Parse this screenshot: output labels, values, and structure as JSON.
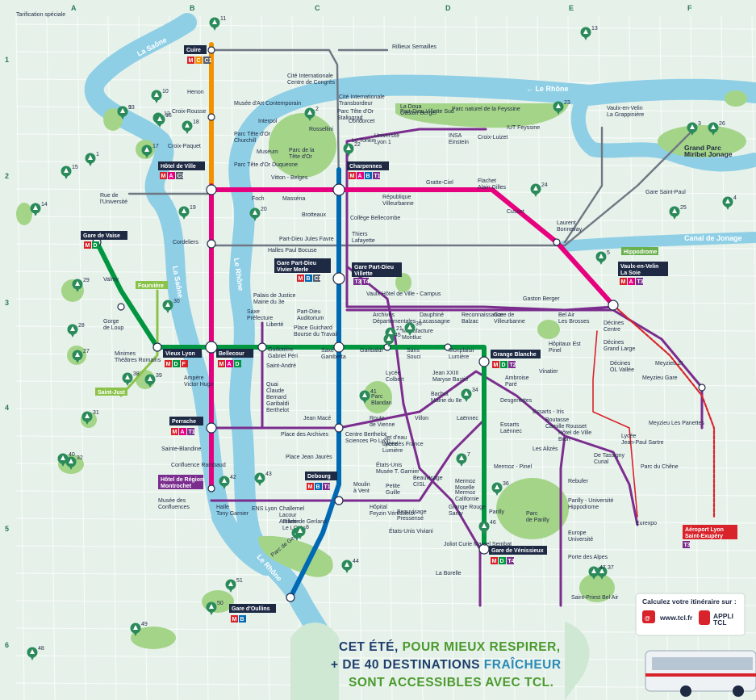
{
  "grid": {
    "cols": [
      "A",
      "B",
      "C",
      "D",
      "E",
      "F"
    ],
    "rows": [
      "1",
      "2",
      "3",
      "4",
      "5",
      "6"
    ]
  },
  "rivers": {
    "saone_north": "La Saône",
    "rhone_east": "← Le Rhône",
    "saone_mid": "La Saône",
    "rhone_mid": "Le Rhône",
    "rhone_south": "Le Rhône",
    "canal": "Canal de Jonage"
  },
  "stations_major": {
    "cuire": "Cuire",
    "hotel_de_ville": "Hôtel de Ville",
    "charpennes": "Charpennes",
    "gare_vaise": "Gare de Vaise",
    "gare_part_dieu_vivier": "Gare Part-Dieu\nVivier Merle",
    "gare_part_dieu_villette": "Gare Part-Dieu\nVillette",
    "vieux_lyon": "Vieux Lyon",
    "bellecour": "Bellecour",
    "perrache": "Perrache",
    "debourg": "Debourg",
    "grange_blanche": "Grange Blanche",
    "gare_venissieux": "Gare de Vénissieux",
    "gare_oullins": "Gare d'Oullins",
    "vaulx_soie": "Vaulx-en-Velin\nLa Soie",
    "aeroport": "Aéroport Lyon\nSaint-Exupéry",
    "fourviere": "Fourvière",
    "saint_just": "Saint-Just",
    "hotel_region": "Hôtel de Région\nMontrochet",
    "hippodrome": "Hippodrome",
    "grand_parc": "Grand Parc\nMiribel Jonage"
  },
  "stations": [
    "Henon",
    "Croix-Rousse",
    "Croix-Paquet",
    "Cordeliers",
    "Foch",
    "Masséna",
    "Brotteaux",
    "République\nVilleurbanne",
    "Gratte-Ciel",
    "Flachet\nAlain Gilles",
    "Cusset",
    "Laurent\nBonnevay",
    "Valmy",
    "Gorge\nde Loup",
    "Minimes\nThéâtres Romains",
    "Guillotière\nGabriel Péri",
    "Saxe\nGambetta",
    "Garibaldi",
    "Sans\nSouci",
    "Monplaisir\nLumière",
    "Ampère\nVictor Hugo",
    "Jean Macé",
    "Place Jean Jaurès",
    "Stade de Gerland\nLe LOU",
    "Parilly",
    "Mermoz - Pinel",
    "Laënnec",
    "Cité Internationale\nCentre de Congrès",
    "Musée d'Art Contemporain",
    "Cité Internationale\nTransbordeur",
    "Parc Tête d'Or\nStalingrad",
    "Condorcet",
    "Rossellini",
    "Le Tonkin",
    "Université\nLyon 1",
    "INSA\nEinstein",
    "Croix-Luizet",
    "IUT Feyssine",
    "Thiers\nLafayette",
    "Collège Bellecombe",
    "Halles Paul Bocuse",
    "Part-Dieu Jules Favre",
    "Part-Dieu\nAuditorium",
    "Place Guichard\nBourse du Travail",
    "Liberté",
    "Saint-André",
    "Palais de Justice\nMairie du 3e",
    "Saxe\nPréfecture",
    "Archives\nDépartementales",
    "Dauphiné\nLacassagne",
    "Reconnaissance\nBalzac",
    "Gare de\nVilleurbanne",
    "Bel Air\nLes Brosses",
    "Décines\nCentre",
    "Décines\nGrand Large",
    "Décines\nOL Vallée",
    "Meyzieu Gare",
    "Meyzieu ZI",
    "Meyzieu Les Panettes",
    "Vaulx-en-Velin\nLa Grappinière",
    "Rillieux Semailles",
    "Vitton - Belges",
    "Parc Tête d'Or\nChurchill",
    "Muséum",
    "Parc Tête d'Or Duquesne",
    "Interpol",
    "La Doua\nGaston Berger",
    "Manufacture\nMontluc",
    "Lycée\nColbert",
    "Jean XXIII\nMaryse Bastié",
    "Ambroise\nParé",
    "Vinatier",
    "Bachut\nMairie du 8e",
    "Desgenettes",
    "Essarts - Iris",
    "Boutasse\nCamille Rousset",
    "Hôtel de Ville\nBron",
    "Essarts\nLaënnec",
    "Les Alizés",
    "Lycée\nJean-Paul Sartre",
    "De Tassigny\nCurial",
    "Parc du Chêne",
    "Rebufer",
    "Parilly - Université\nHippodrome",
    "Europe\nUniversité",
    "Porte des Alpes",
    "Saint-Priest Bel Air",
    "Eurexpo",
    "Hôpitaux Est\nPinel",
    "Route\nde Vienne",
    "Villon",
    "Lycée\nLumière",
    "Jet d'eau\nMendès France",
    "États-Unis\nMusée T. Garnier",
    "Beauvisage\nCISL",
    "Mermoz\nMoselle",
    "Mermoz\nCalifornie",
    "Petite\nGuille",
    "Grange Rouge\nSanty",
    "Beauvisage\nPressensé",
    "États-Unis Viviani",
    "Joliot Curie Marcel Sembat",
    "La Borelle",
    "Hôpital\nFeyzin Vénissieux",
    "Moulin\nà Vent",
    "Challemel\nLacour\nArtillerie",
    "ENS Lyon",
    "Halle\nTony Garnier",
    "Musée des\nConfluences",
    "Confluence Rambaud",
    "Sainte-Blandine",
    "Place des Archives",
    "Centre Berthelot\nSciences Po Lyon",
    "Garibaldi\nBerthelot",
    "Quai\nClaude\nBernard",
    "Rue de\nl'Université",
    "Gare Saint-Paul",
    "Vaulx Hôtel de Ville - Campus",
    "Part-Dieu Villette Sud",
    "Gaston Berger",
    "Tarification spéciale"
  ],
  "line_badges": [
    "M",
    "C",
    "T",
    "A",
    "B",
    "D",
    "F",
    "C1",
    "C2",
    "C3",
    "C5",
    "T1",
    "T2",
    "T3",
    "T4",
    "T5",
    "T6",
    "T7"
  ],
  "parks": [
    "1",
    "2",
    "3",
    "4",
    "5",
    "6",
    "7",
    "8",
    "9",
    "10",
    "11",
    "12",
    "13",
    "14",
    "15",
    "16",
    "17",
    "18",
    "19",
    "20",
    "21",
    "22",
    "23",
    "24",
    "25",
    "26",
    "27",
    "28",
    "29",
    "30",
    "31",
    "32",
    "33",
    "34",
    "35",
    "36",
    "37",
    "38",
    "39",
    "40",
    "41",
    "42",
    "43",
    "44",
    "45",
    "46",
    "47",
    "48",
    "49",
    "50",
    "51"
  ],
  "park_names": {
    "tete_dor": "Parc de la\nTête d'Or",
    "feyssine": "Parc naturel de la Feyssine",
    "blandan": "Parc\nBlandan",
    "parilly": "Parc\nde Parilly",
    "gerland": "Parc de Gerland"
  },
  "legend": {
    "title": "Calculez votre itinéraire sur :",
    "web": "www.tcl.fr",
    "app": "APPLI\nTCL"
  },
  "slogan": {
    "line1_a": "CET ÉTÉ, ",
    "line1_b": "POUR MIEUX RESPIRER,",
    "line2_a": "+ DE 40 DESTINATIONS ",
    "line2_b": "FRAÎCHEUR",
    "line3": "SONT ACCESSIBLES AVEC TCL."
  },
  "colors": {
    "metro_a": "#e6007e",
    "metro_b": "#0069b4",
    "metro_c": "#f39200",
    "metro_d": "#009640",
    "tram": "#7b2d8e",
    "rhone_express": "#d8232a",
    "bus": "#555e6a",
    "river": "#8ecfe6",
    "park": "#a4d488",
    "park_icon": "#2a8a5a",
    "slogan_navy": "#1e3f6d",
    "slogan_green": "#4a9a2c",
    "slogan_blue": "#2a8ab8"
  }
}
